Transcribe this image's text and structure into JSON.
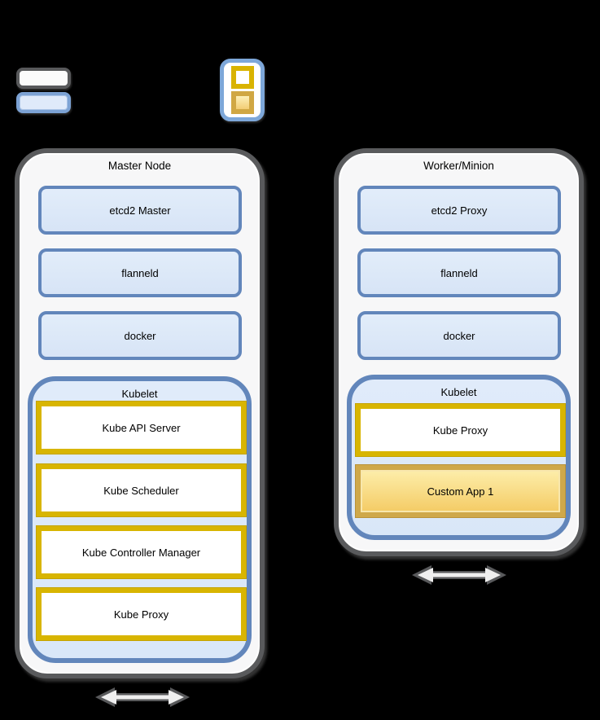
{
  "background_color": "#000000",
  "colors": {
    "node_fill": "#f7f7f8",
    "node_border": "#595a5c",
    "host_process_fill": "#dbe8f8",
    "host_process_border": "#6286bb",
    "pod_border_gold": "#d8b501",
    "custom_app_border": "#cfa84a",
    "custom_app_fill_top": "#fdeeab",
    "custom_app_fill_bottom": "#f4cb64",
    "arrow_dark": "#58595b",
    "arrow_light": "#efefef",
    "legend_pod_border": "#7da7d9"
  },
  "legend": {
    "host_icon": "gray-rounded-rect-icon",
    "container_icon": "blue-rounded-rect-icon",
    "pod_icon": "pod-with-two-containers-icon"
  },
  "nodes": [
    {
      "title": "Master Node",
      "components": [
        "etcd2 Master",
        "flanneld",
        "docker"
      ],
      "kubelet": {
        "title": "Kubelet",
        "pods": [
          "Kube API Server",
          "Kube Scheduler",
          "Kube Controller Manager",
          "Kube Proxy"
        ]
      },
      "arrow_icon": "bidirectional-network-arrow-icon"
    },
    {
      "title": "Worker/Minion",
      "components": [
        "etcd2 Proxy",
        "flanneld",
        "docker"
      ],
      "kubelet": {
        "title": "Kubelet",
        "pods": [
          "Kube Proxy",
          "Custom App 1"
        ]
      },
      "arrow_icon": "bidirectional-network-arrow-icon"
    }
  ]
}
